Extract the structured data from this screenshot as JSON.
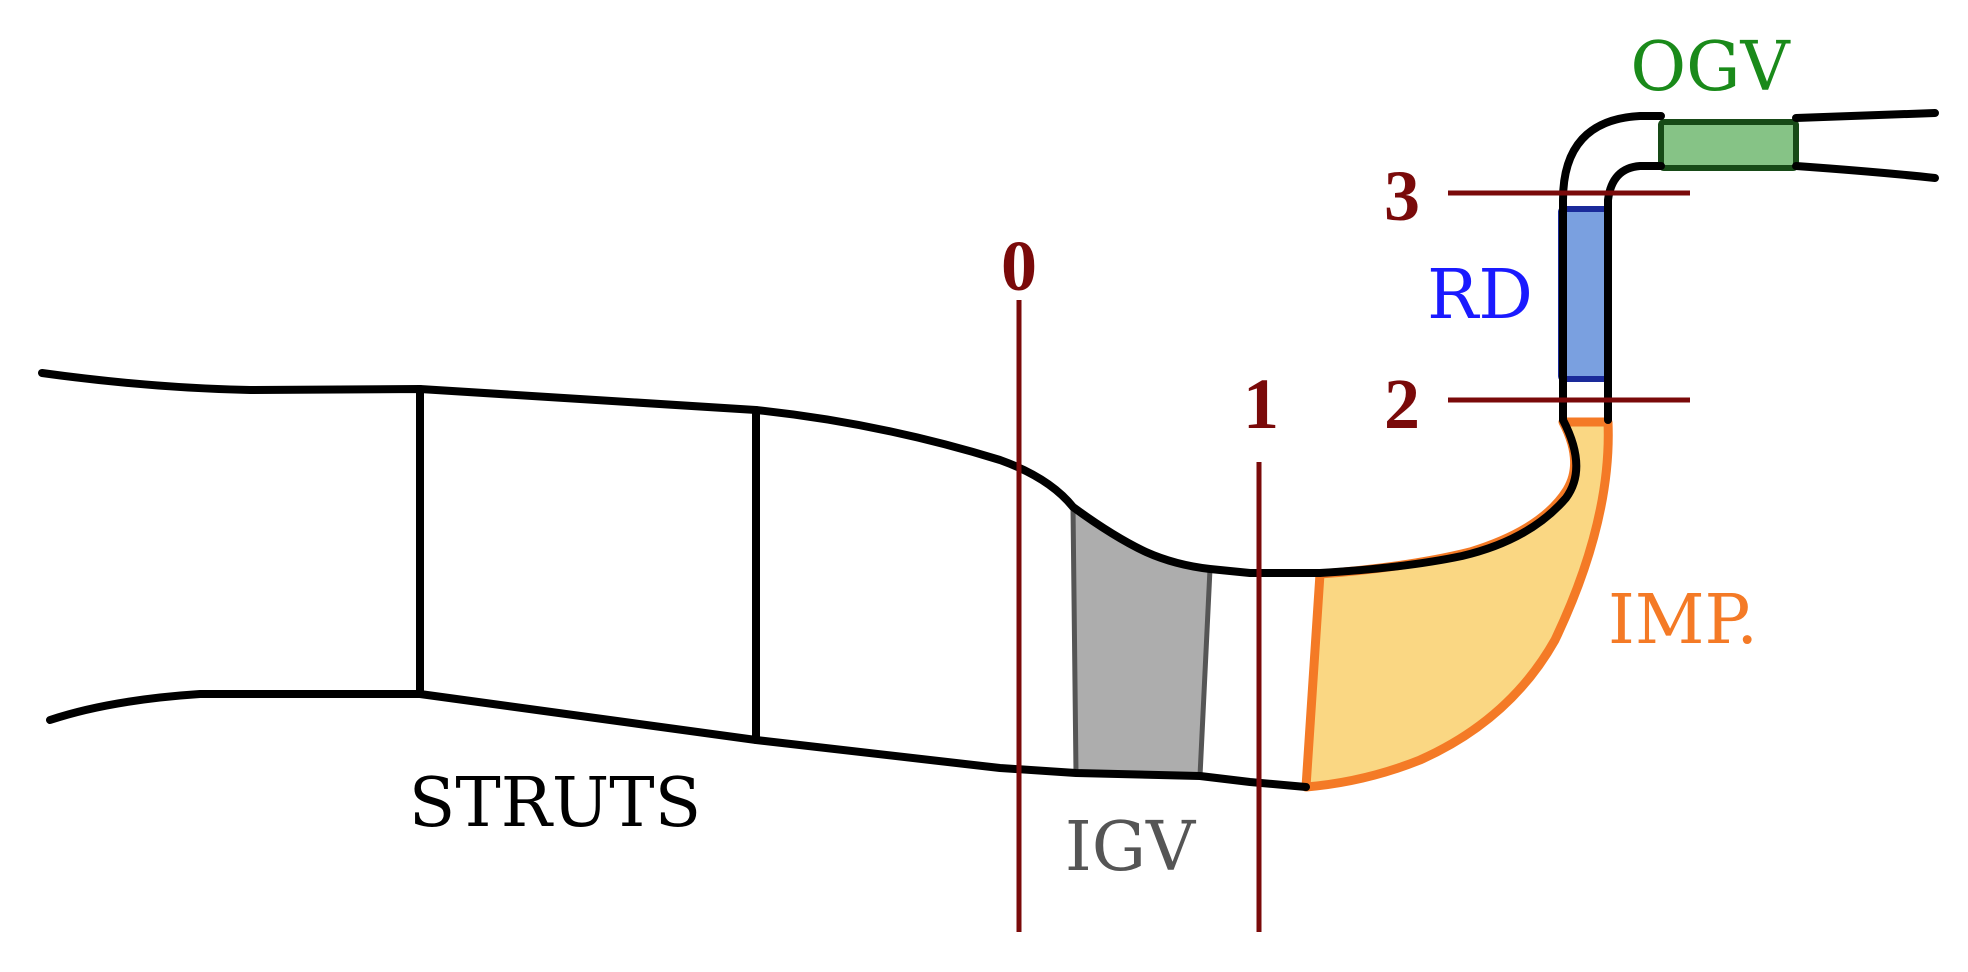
{
  "components": {
    "struts": {
      "label": "STRUTS",
      "color": "#000000"
    },
    "igv": {
      "label": "IGV",
      "color": "#555555",
      "fill": "#adadad"
    },
    "impeller": {
      "label": "IMP.",
      "color": "#f47a26",
      "fill": "#fad783"
    },
    "radial_diffuser": {
      "label": "RD",
      "color": "#1a1aff",
      "fill": "#7aa0e0"
    },
    "ogv": {
      "label": "OGV",
      "color": "#1a8a1a",
      "fill": "#86c386"
    }
  },
  "stations": {
    "color": "#7a0a0a",
    "s0": "0",
    "s1": "1",
    "s2": "2",
    "s3": "3"
  },
  "duct_color": "#000000"
}
